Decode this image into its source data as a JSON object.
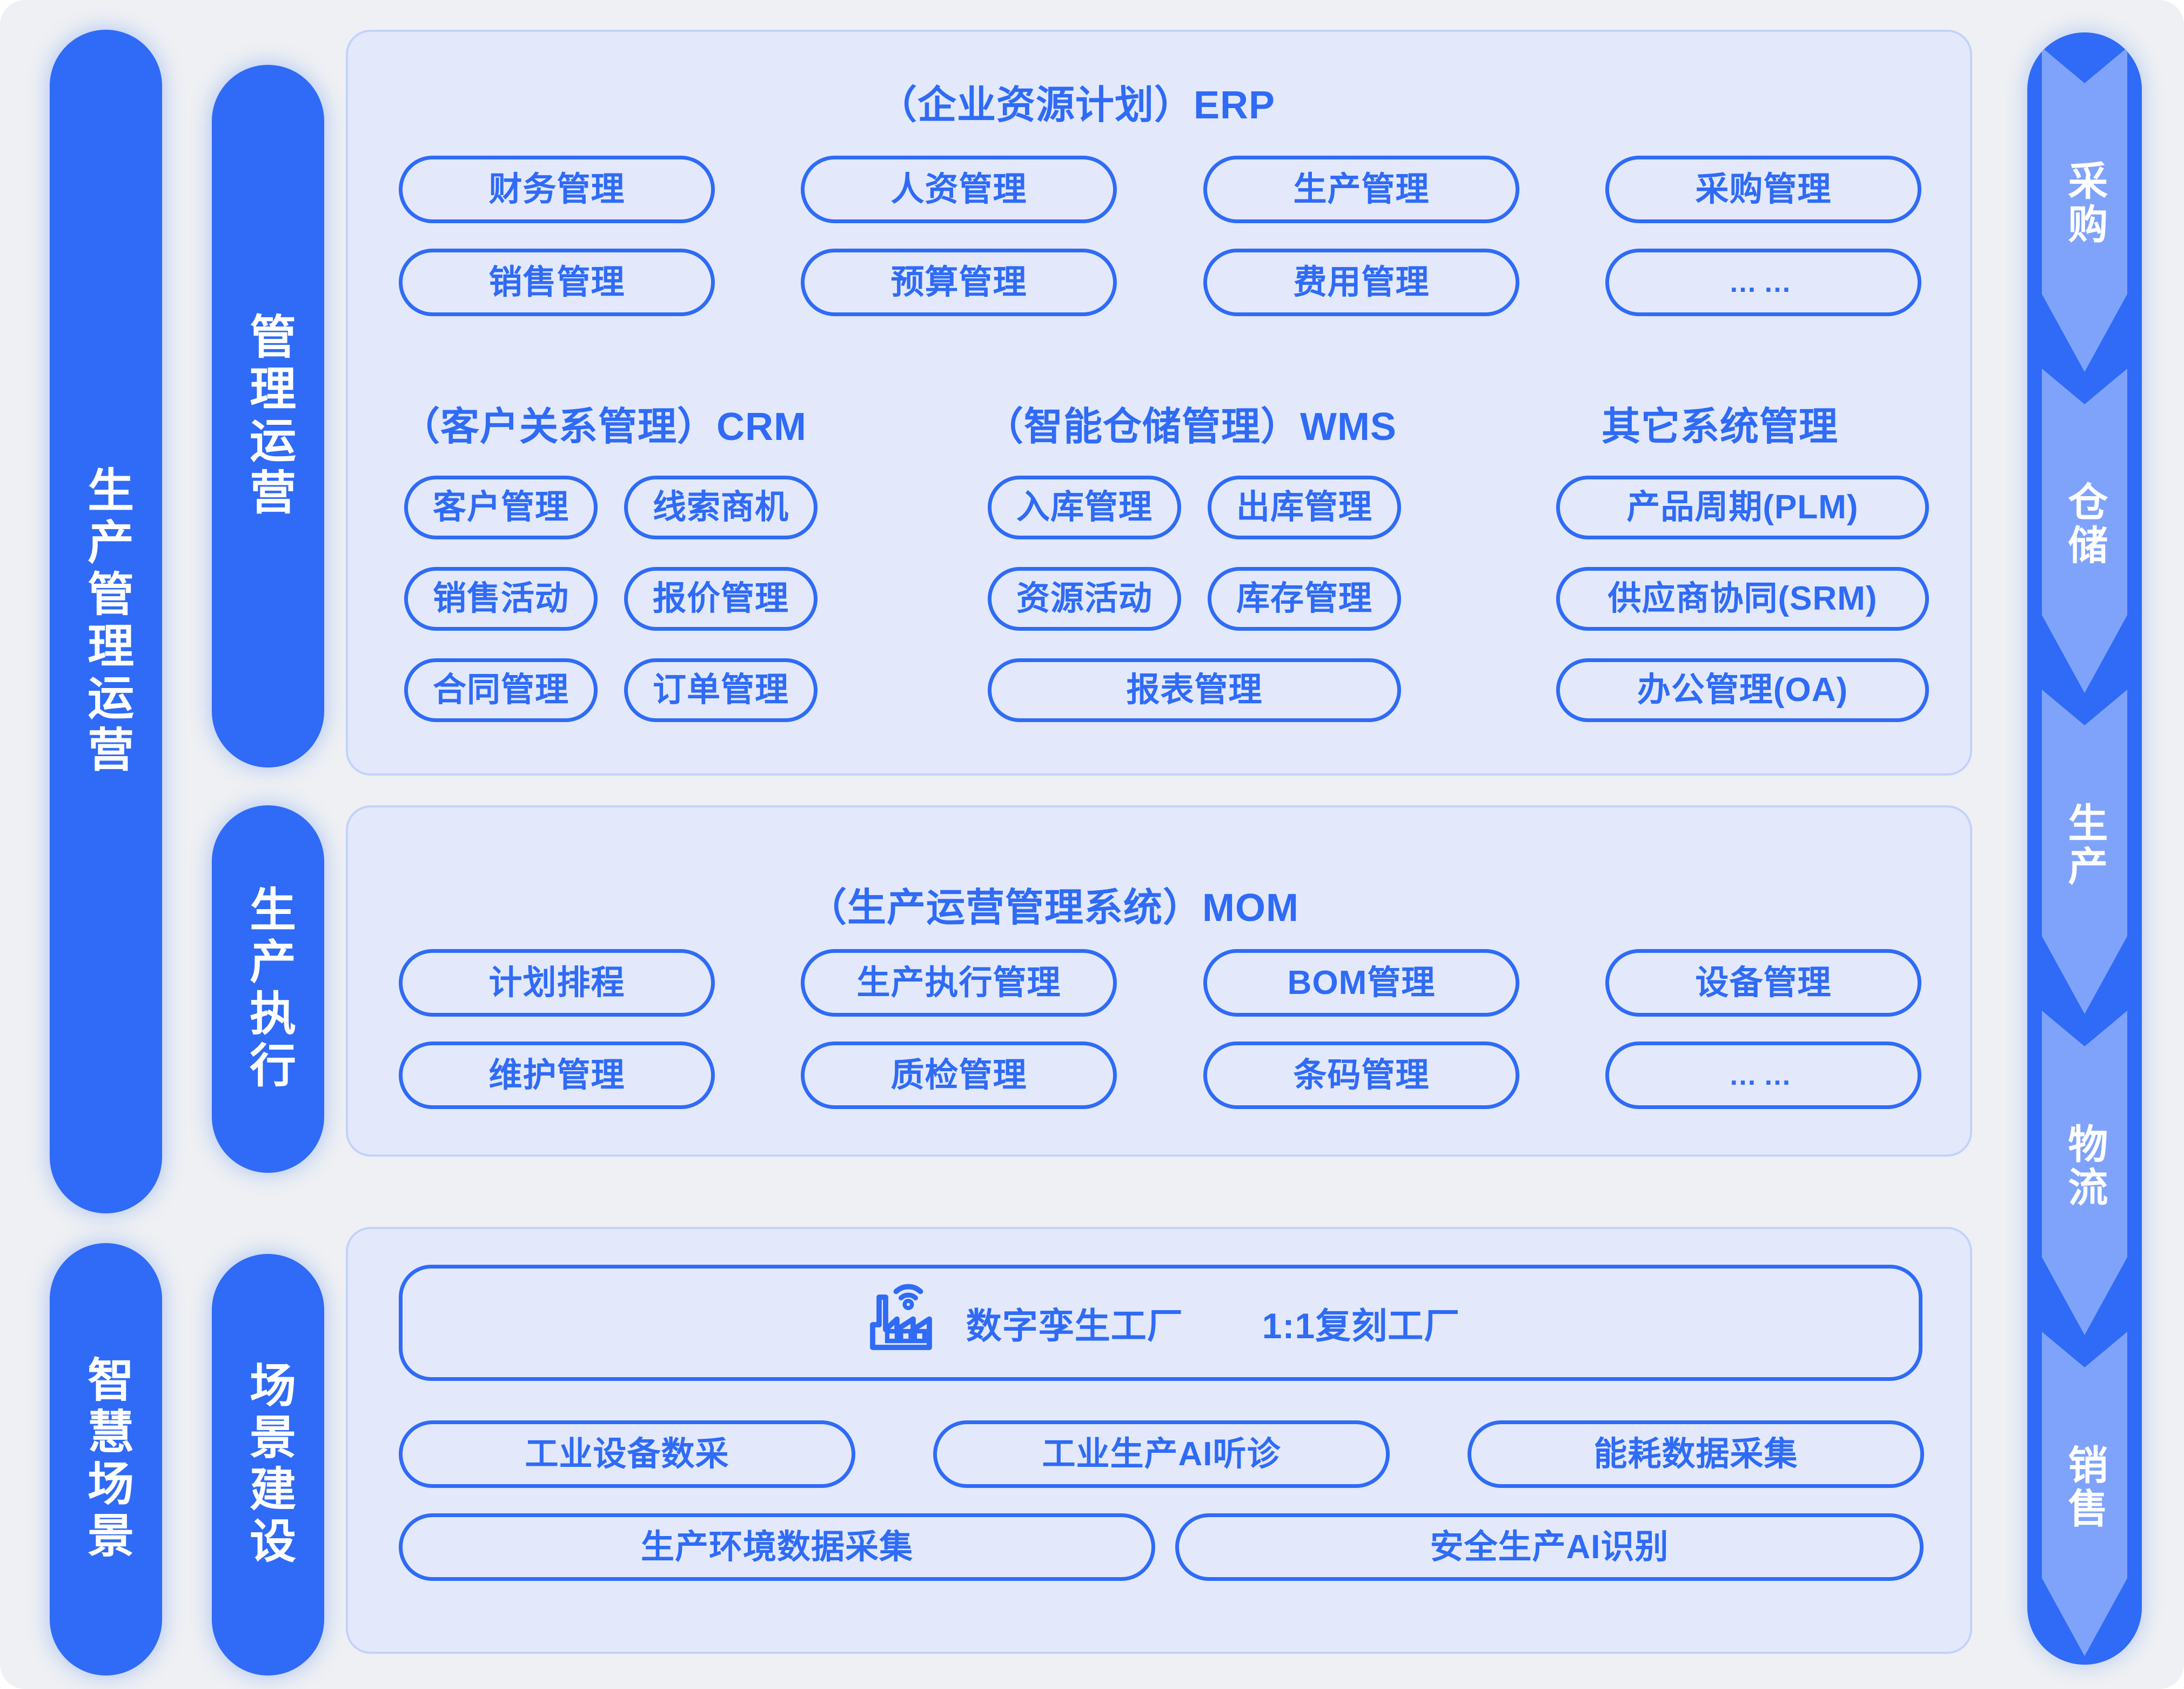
{
  "colors": {
    "accent": "#2f6bf6",
    "panel_bg": "#e3e9fb",
    "panel_border": "#c3d2fb",
    "page_bg": "#eef0f3",
    "arrow_fill": "#7fa3fb"
  },
  "left_rail": {
    "items": [
      {
        "label": "生产管理运营"
      },
      {
        "label": "智慧场景"
      }
    ]
  },
  "layer_rail": {
    "items": [
      {
        "label": "管理运营"
      },
      {
        "label": "生产执行"
      },
      {
        "label": "场景建设"
      }
    ]
  },
  "management_panel": {
    "erp": {
      "title": "（企业资源计划）ERP",
      "chips": [
        "财务管理",
        "人资管理",
        "生产管理",
        "采购管理",
        "销售管理",
        "预算管理",
        "费用管理",
        "……"
      ]
    },
    "groups": [
      {
        "title": "（客户关系管理）CRM",
        "chips": [
          "客户管理",
          "线索商机",
          "销售活动",
          "报价管理",
          "合同管理",
          "订单管理"
        ]
      },
      {
        "title": "（智能仓储管理）WMS",
        "chips": [
          "入库管理",
          "出库管理",
          "资源活动",
          "库存管理",
          "报表管理"
        ]
      },
      {
        "title": "其它系统管理",
        "chips": [
          "产品周期(PLM)",
          "供应商协同(SRM)",
          "办公管理(OA)"
        ]
      }
    ]
  },
  "execution_panel": {
    "mom": {
      "title": "（生产运营管理系统）MOM",
      "chips": [
        "计划排程",
        "生产执行管理",
        "BOM管理",
        "设备管理",
        "维护管理",
        "质检管理",
        "条码管理",
        "……"
      ]
    }
  },
  "scene_panel": {
    "banner": {
      "icon": "factory-wifi-icon",
      "title": "数字孪生工厂",
      "subtitle": "1:1复刻工厂"
    },
    "chips_row1": [
      "工业设备数采",
      "工业生产AI听诊",
      "能耗数据采集"
    ],
    "chips_row2": [
      "生产环境数据采集",
      "安全生产AI识别"
    ]
  },
  "flow_rail": {
    "steps": [
      "采购",
      "仓储",
      "生产",
      "物流",
      "销售"
    ]
  }
}
